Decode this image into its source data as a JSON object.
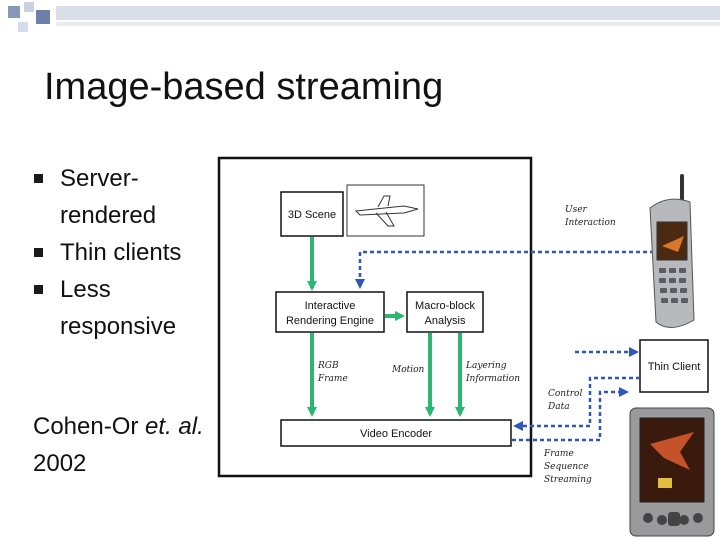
{
  "slide": {
    "title": "Image-based streaming",
    "bullets": [
      {
        "text": "Server-rendered"
      },
      {
        "text": "Thin clients"
      },
      {
        "text": "Less responsive"
      }
    ],
    "citation": {
      "author": "Cohen-Or ",
      "etal": "et. al.",
      "year": "2002"
    }
  },
  "diagram": {
    "boxes": {
      "scene": "3D Scene",
      "render_line1": "Interactive",
      "render_line2": "Rendering Engine",
      "macro_line1": "Macro-block",
      "macro_line2": "Analysis",
      "encoder": "Video Encoder",
      "thin_client": "Thin Client"
    },
    "annotations": {
      "user_interaction_1": "User",
      "user_interaction_2": "Interaction",
      "rgb_frame_1": "RGB",
      "rgb_frame_2": "Frame",
      "motion": "Motion",
      "layering_1": "Layering",
      "layering_2": "Information",
      "control_1": "Control",
      "control_2": "Data",
      "frame_seq_1": "Frame",
      "frame_seq_2": "Sequence",
      "frame_seq_3": "Streaming"
    },
    "colors": {
      "arrow_green": "#2bb673",
      "arrow_blue": "#2f57b8",
      "bullet": "#1a1a1a",
      "deco_dark": "#8898b8",
      "deco_light": "#d5dbe8"
    }
  }
}
